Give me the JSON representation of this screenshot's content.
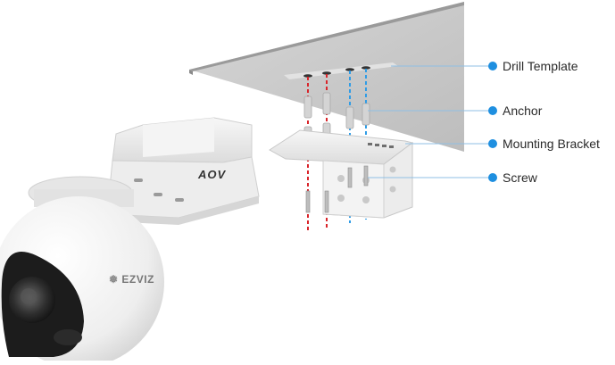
{
  "diagram": {
    "callouts": [
      {
        "id": "drill-template",
        "label": "Drill Template"
      },
      {
        "id": "anchor",
        "label": "Anchor"
      },
      {
        "id": "mounting-bracket",
        "label": "Mounting Bracket"
      },
      {
        "id": "screw",
        "label": "Screw"
      }
    ],
    "camera_brand": "EZVIZ",
    "bracket_mark": "AOV",
    "colors": {
      "accent": "#1e8fe0",
      "red_guide": "#d9252b",
      "blue_guide": "#2f9ce6",
      "ceiling": "#c9c9c9",
      "text": "#2a2a2a"
    }
  }
}
